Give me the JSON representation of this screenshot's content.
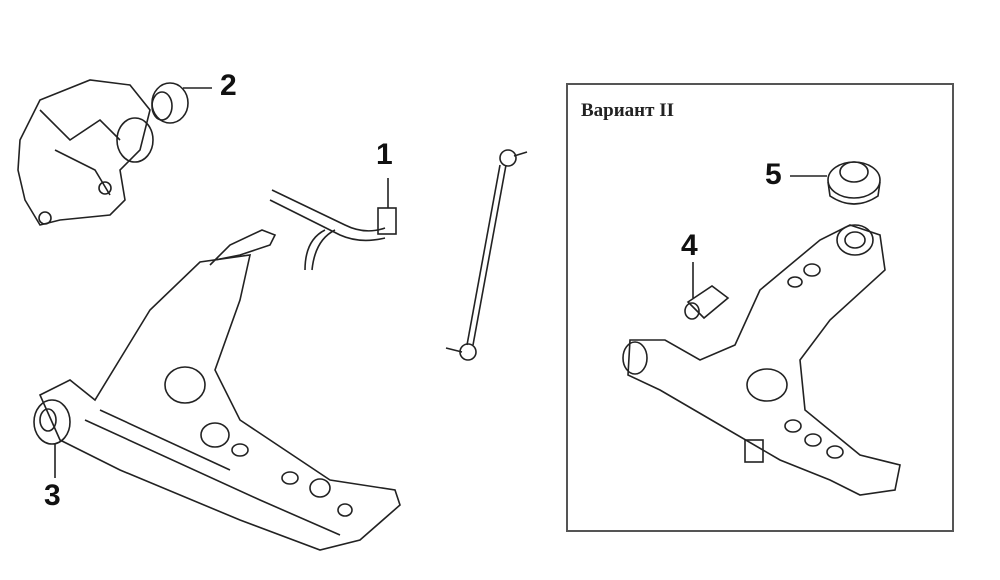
{
  "labels": {
    "part1": "1",
    "part2": "2",
    "part3": "3",
    "part4": "4",
    "part5": "5"
  },
  "variant": {
    "title": "Вариант II"
  }
}
